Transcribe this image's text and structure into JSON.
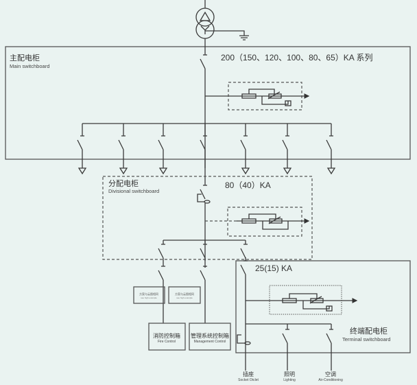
{
  "main_switchboard": {
    "title_cn": "主配电柜",
    "title_en": "Main switchboard",
    "rating": "200（150、120、100、80、65）KA 系列"
  },
  "divisional_switchboard": {
    "title_cn": "分配电柜",
    "title_en": "Divisional switchboard",
    "rating": "80（40）KA"
  },
  "terminal_switchboard": {
    "title_cn": "终端配电柜",
    "title_en": "Terminal switchboard",
    "rating": "25(15) KA"
  },
  "small_boxes": [
    {
      "cn": "方案与云图相同",
      "en": "see high example"
    },
    {
      "cn": "方案与云图相同",
      "en": "see high example"
    }
  ],
  "control_boxes": [
    {
      "cn": "消防控制箱",
      "en": "Fire Control"
    },
    {
      "cn": "管理系统控制箱",
      "en": "Management Control"
    }
  ],
  "loads": [
    {
      "cn": "插座",
      "en": "Socket Otclet"
    },
    {
      "cn": "照明",
      "en": "Lighting"
    },
    {
      "cn": "空调",
      "en": "Air-Conditioning"
    }
  ],
  "colors": {
    "background": "#eaf3f1",
    "line": "#3a3a3a"
  }
}
